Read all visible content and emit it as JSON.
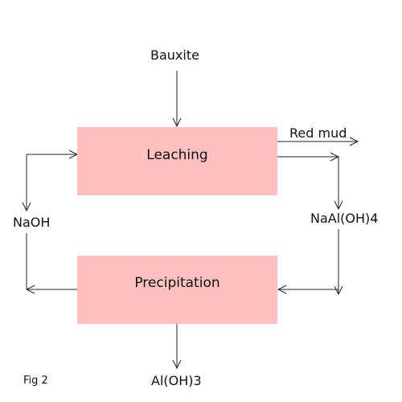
{
  "colors": {
    "box_fill": "#ffc0c0",
    "line": "#222222",
    "text": "#111111"
  },
  "diagram": {
    "input": "Bauxite",
    "nodes": {
      "leaching": "Leaching",
      "precipitation": "Precipitation"
    },
    "flows": {
      "red_mud": "Red mud",
      "sodium_aluminate": "NaAl(OH)4",
      "sodium_hydroxide": "NaOH",
      "product": "Al(OH)3"
    },
    "caption": "Fig 2"
  }
}
